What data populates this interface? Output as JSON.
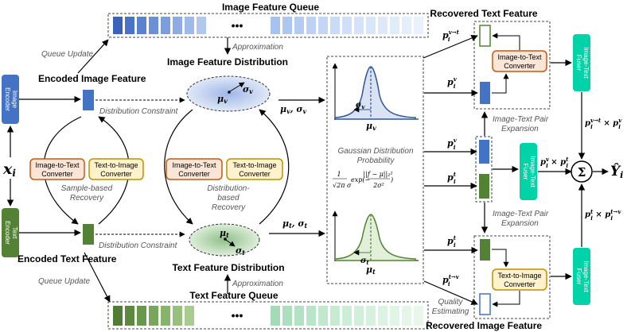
{
  "colors": {
    "image_blue": "#4472c4",
    "text_green": "#548235",
    "fuser_teal": "#00d3a7",
    "converter_fill_red": "#fbe5d6",
    "converter_border_red": "#c55a11",
    "converter_fill_yellow": "#fff2cc",
    "converter_border_yellow": "#bf9000",
    "dist_blue": "#dae3f3",
    "dist_green": "#e2f0d9"
  },
  "image_queue": {
    "title": "Image Feature Queue",
    "ellipsis": "•••"
  },
  "text_queue": {
    "title": "Text Feature Queue",
    "ellipsis": "•••"
  },
  "approx_top": "Approximation",
  "approx_bottom": "Approximation",
  "image_distribution": {
    "title": "Image Feature Distribution",
    "mu": "μv",
    "sigma": "σv"
  },
  "text_distribution": {
    "title": "Text Feature Distribution",
    "mu": "μt",
    "sigma": "σt"
  },
  "queue_update_top": "Queue Update",
  "queue_update_bottom": "Queue Update",
  "encoded_image": "Encoded Image Feature",
  "encoded_text": "Encoded Text Feature",
  "image_encoder": [
    "Image",
    "Encoder"
  ],
  "text_encoder": [
    "Text",
    "Encoder"
  ],
  "input_symbol": "xi",
  "distribution_constraint_top": "Distribution Constraint",
  "distribution_constraint_bottom": "Distribution Constraint",
  "left_converters": {
    "i2t": [
      "Image-to-Text",
      "Converter"
    ],
    "t2i": [
      "Text-to-Image",
      "Converter"
    ]
  },
  "mid_converters": {
    "i2t": [
      "Image-to-Text",
      "Converter"
    ],
    "t2i": [
      "Text-to-Image",
      "Converter"
    ]
  },
  "sample_recovery": [
    "Sample-based",
    "Recovery"
  ],
  "dist_recovery": [
    "Distribution-",
    "based",
    "Recovery"
  ],
  "mu_sigma_v_arrow": "μv, σv",
  "mu_sigma_t_arrow": "μt, σt",
  "gaussian": {
    "caption": [
      "Gaussian Distribution",
      "Probability"
    ],
    "formula": "1/(√2π σ) exp(−||f − μ||²₂ / 2σ²)",
    "top_mu": "μv",
    "top_sigma": "σv",
    "bottom_mu": "μt",
    "bottom_sigma": "σt"
  },
  "recovered_text": "Recovered Text Feature",
  "recovered_image": "Recovered Image Feature",
  "right_i2t": [
    "Image-to-Text",
    "Converter"
  ],
  "right_t2i": [
    "Text-to-Image",
    "Converter"
  ],
  "pair_expansion_top": [
    "Image-Text Pair",
    "Expansion"
  ],
  "pair_expansion_bottom": [
    "Image-Text Pair",
    "Expansion"
  ],
  "quality_estimating": [
    "Quality",
    "Estimating"
  ],
  "prob_labels": {
    "p_v_to_t": "pi v→t",
    "p_v_top": "pi v",
    "p_v_mid": "pi v",
    "p_t_mid": "pi t",
    "p_t_bottom": "pi t",
    "p_t_to_v": "pi t→v"
  },
  "fuser_label": [
    "Image-Text",
    "Fuser"
  ],
  "product_top": "pi v→t × pi v",
  "product_mid": "pi v × pi t",
  "product_bottom": "pi t × pi t→v",
  "sum_symbol": "Σ",
  "output": "Ŷi"
}
